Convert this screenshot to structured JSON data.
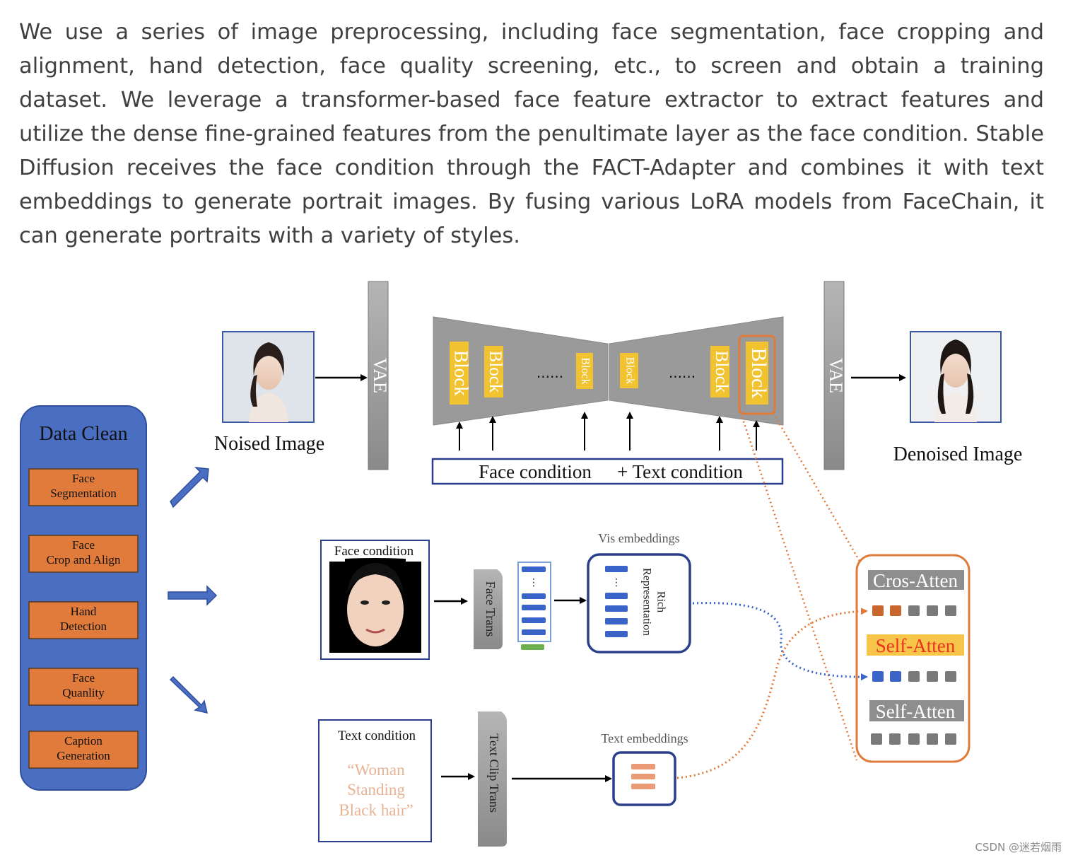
{
  "paragraph": "We use a series of image preprocessing, including face segmentation, face cropping and alignment, hand detection, face quality screening, etc., to screen and obtain a training dataset. We leverage a transformer-based face feature extractor to extract features and utilize the dense fine-grained features from the penultimate layer as the face condition. Stable Diffusion receives the face condition through the FACT-Adapter and combines it with text embeddings to generate portrait images. By fusing various LoRA models from FaceChain, it can generate portraits with a variety of styles.",
  "diagram": {
    "data_clean": {
      "title": "Data Clean",
      "steps": [
        [
          "Face",
          "Segmentation"
        ],
        [
          "Face",
          "Crop and Align"
        ],
        [
          "Hand",
          "Detection"
        ],
        [
          "Face",
          "Quanlity"
        ],
        [
          "Caption",
          "Generation"
        ]
      ]
    },
    "noised_image_label": "Noised Image",
    "denoised_image_label": "Denoised Image",
    "vae_label": "VAE",
    "block_label": "Block",
    "ellipsis": "......",
    "condition_bar": {
      "face": "Face condition",
      "plus_text": "+ Text condition"
    },
    "face_condition_label": "Face condition",
    "face_trans_label": "Face Trans",
    "vis_embeddings_label": "Vis embeddings",
    "rich_representation": [
      "Rich",
      "Representation"
    ],
    "text_condition_label": "Text condition",
    "text_prompt": [
      "“Woman",
      "Standing",
      "Black hair”"
    ],
    "text_clip_label": "Text Clip Trans",
    "text_embeddings_label": "Text embeddings",
    "attention": [
      "Cros-Atten",
      "Self-Atten",
      "Self-Atten"
    ],
    "colors": {
      "blue": "#4a6fc2",
      "orange": "#e07b3c",
      "yellow": "#f2c330",
      "gray": "#9b9b9b",
      "navy": "#2a3e8c"
    }
  },
  "watermark": "CSDN @迷若烟雨"
}
